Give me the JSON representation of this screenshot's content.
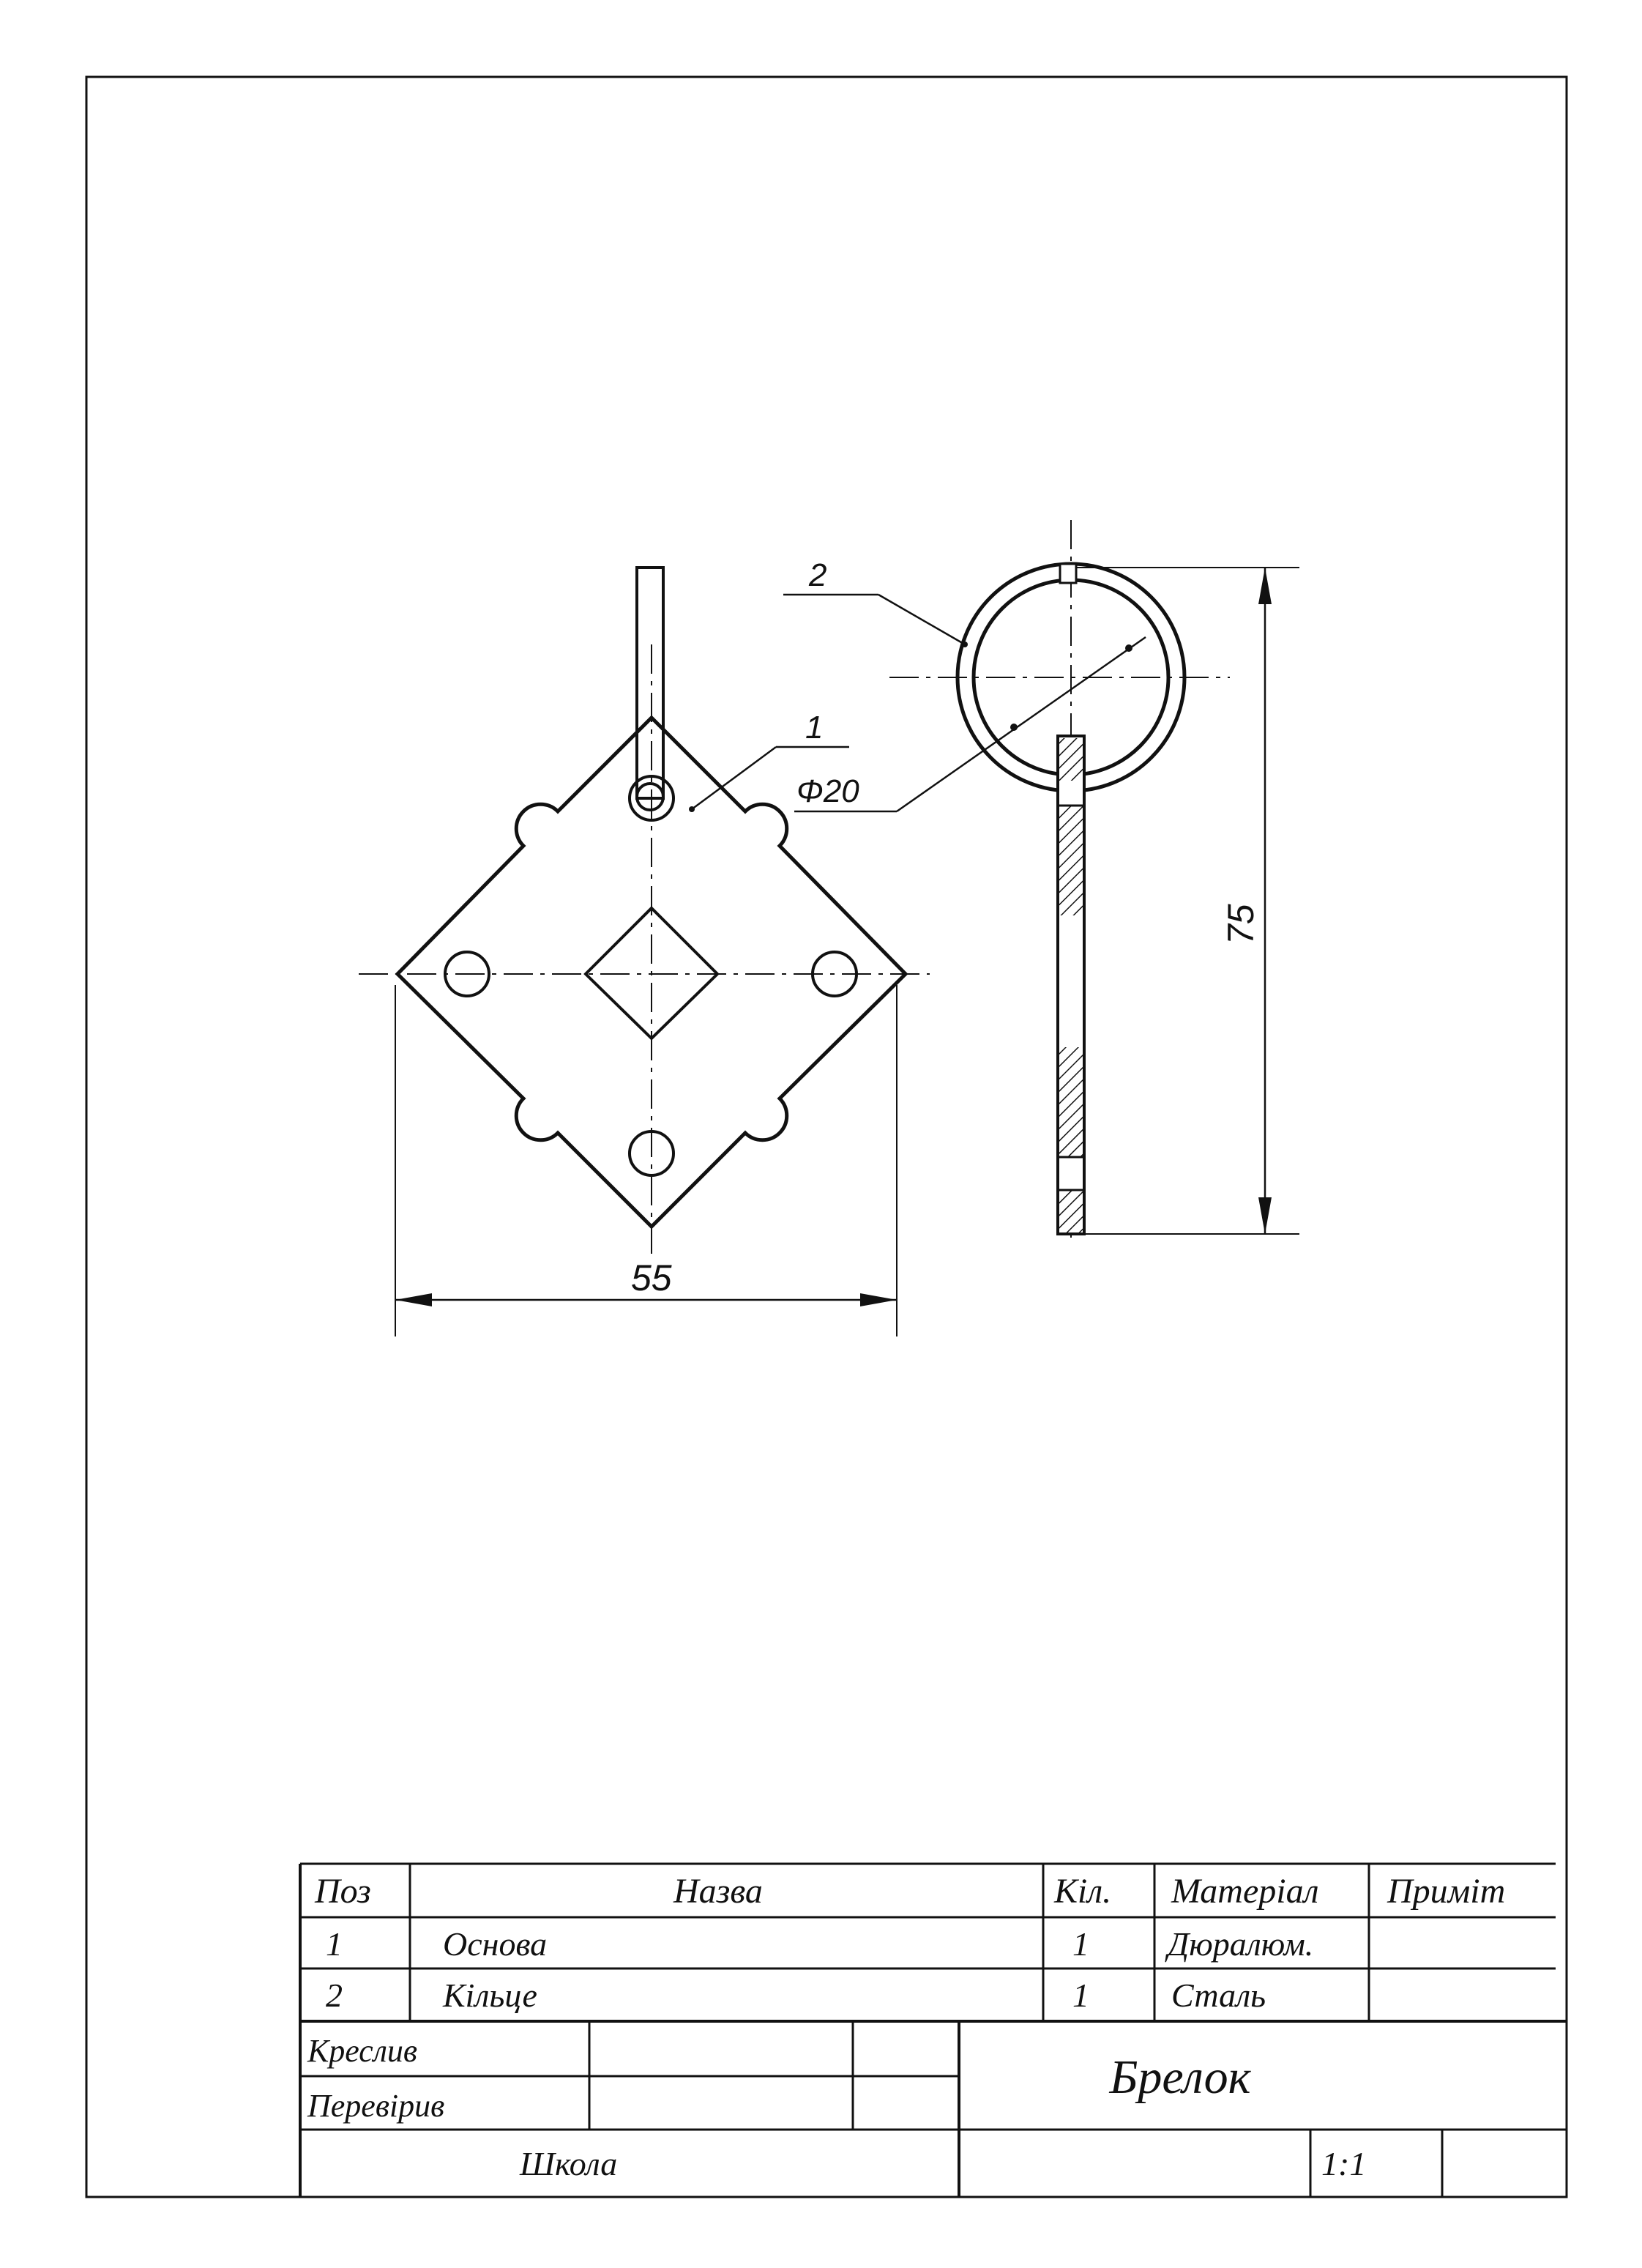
{
  "drawing": {
    "leaders": {
      "part1": "1",
      "part2": "2"
    },
    "dimensions": {
      "width": "55",
      "height": "75",
      "diameter": "Φ20"
    }
  },
  "specification": {
    "headers": {
      "pos": "Поз",
      "name": "Назва",
      "qty": "Кіл.",
      "material": "Матеріал",
      "note": "Приміт"
    },
    "rows": [
      {
        "pos": "1",
        "name": "Основа",
        "qty": "1",
        "material": "Дюралюм.",
        "note": ""
      },
      {
        "pos": "2",
        "name": "Кільце",
        "qty": "1",
        "material": "Сталь",
        "note": ""
      }
    ]
  },
  "title_block": {
    "drawn_label": "Креслив",
    "checked_label": "Перевірив",
    "school_label": "Школа",
    "title": "Брелок",
    "scale": "1:1"
  },
  "colors": {
    "line": "#111111",
    "paper": "#ffffff"
  }
}
